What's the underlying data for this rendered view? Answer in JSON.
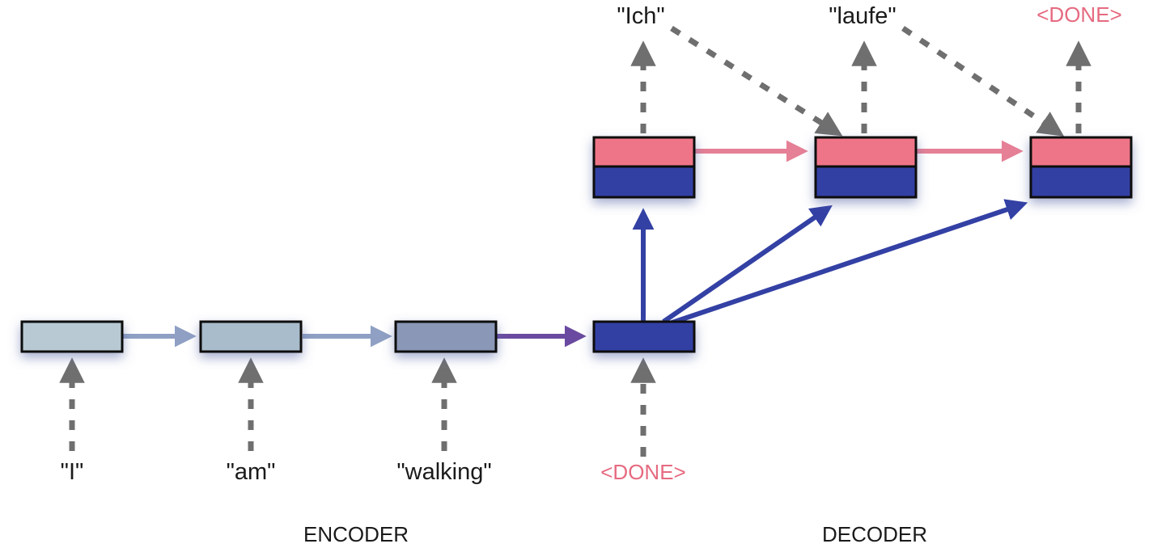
{
  "encoder": {
    "label": "ENCODER",
    "inputs": [
      "\"I\"",
      "\"am\"",
      "\"walking\""
    ]
  },
  "decoder": {
    "label": "DECODER",
    "input_token": "<DONE>",
    "outputs": [
      "\"Ich\"",
      "\"laufe\"",
      "<DONE>"
    ]
  },
  "colors": {
    "encoder_cell_1": "#b8c9d3",
    "encoder_cell_2": "#a9bccb",
    "encoder_cell_3": "#8a97b6",
    "context_cell": "#3340a4",
    "decoder_top": "#ee7487",
    "decoder_bottom": "#3340a4",
    "encoder_arrow": "#8fa0c4",
    "context_arrow": "#6a4aa0",
    "decoder_arrow": "#e58096",
    "context_link": "#3340a4",
    "io_arrow": "#6f6f6f",
    "done_text": "#e66a80",
    "text": "#1a1a1a"
  }
}
